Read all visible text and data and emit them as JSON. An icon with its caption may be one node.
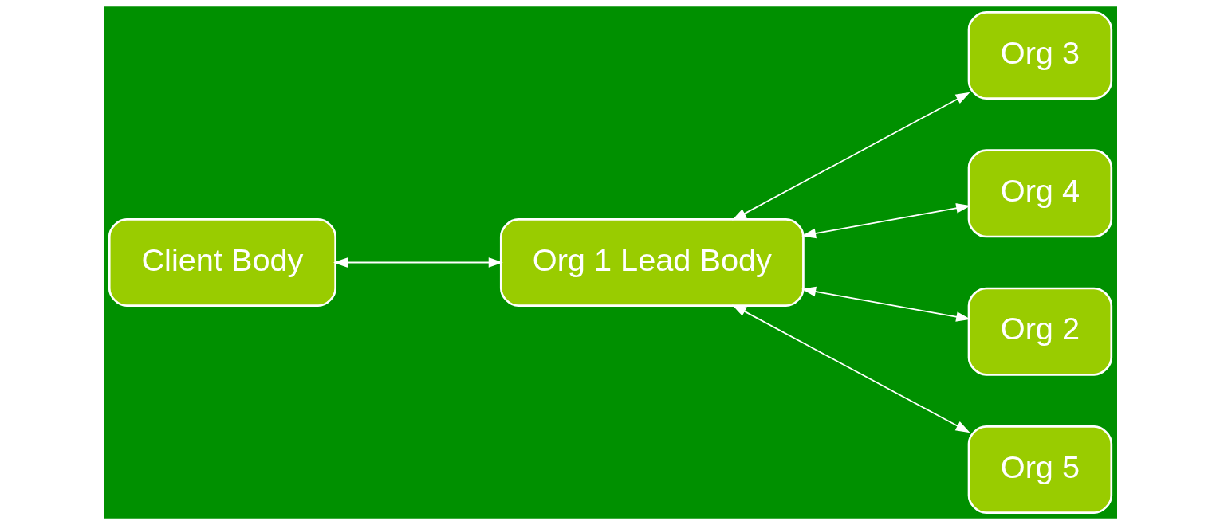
{
  "diagram": {
    "nodes": [
      {
        "text": [
          "Org 3"
        ]
      },
      {
        "text": [
          "Org 4"
        ]
      },
      {
        "text": [
          "Org 2"
        ]
      },
      {
        "text": [
          "Org 5"
        ]
      },
      {
        "text": [
          "Client Body"
        ]
      },
      {
        "text": [
          "Org 1 Lead Body"
        ]
      }
    ],
    "edges": [
      {
        "from": 4,
        "to": 5,
        "arrow": "both"
      },
      {
        "from": 5,
        "to": 2,
        "arrow": "both"
      },
      {
        "from": 5,
        "to": 0,
        "arrow": "both"
      },
      {
        "from": 5,
        "to": 1,
        "arrow": "both"
      },
      {
        "from": 5,
        "to": 3,
        "arrow": "both"
      }
    ]
  }
}
